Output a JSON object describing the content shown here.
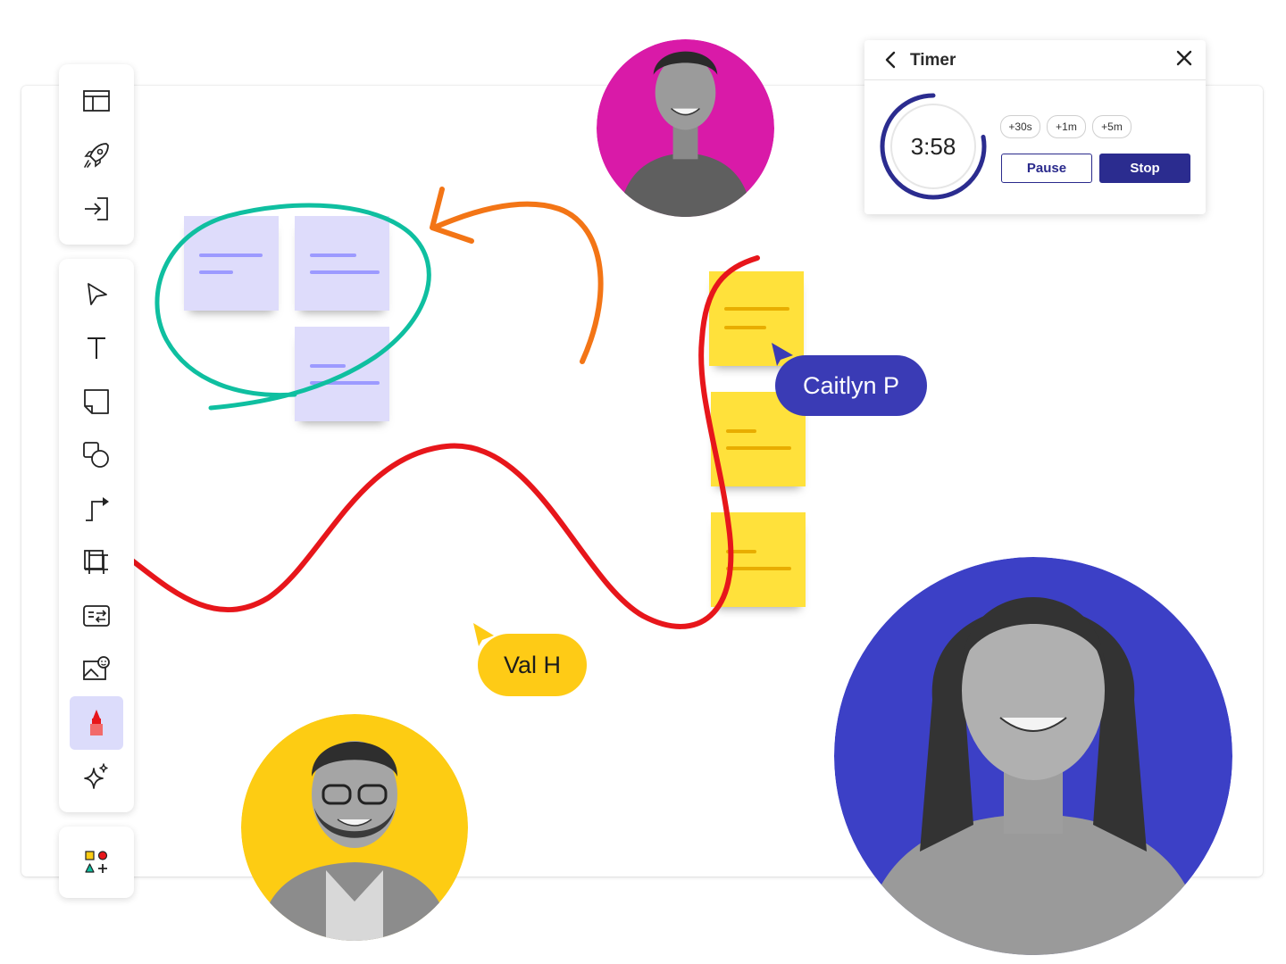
{
  "toolbar": {
    "top_tools": [
      {
        "name": "layout-icon"
      },
      {
        "name": "rocket-icon"
      },
      {
        "name": "import-icon"
      }
    ],
    "main_tools": [
      {
        "name": "select-arrow-icon"
      },
      {
        "name": "text-icon"
      },
      {
        "name": "sticky-note-icon"
      },
      {
        "name": "shapes-icon"
      },
      {
        "name": "connector-line-icon"
      },
      {
        "name": "frame-icon"
      },
      {
        "name": "card-icon"
      },
      {
        "name": "image-icon"
      },
      {
        "name": "marker-icon",
        "active": true
      },
      {
        "name": "sparkle-icon"
      }
    ],
    "bottom_tools": [
      {
        "name": "shapes-add-icon"
      }
    ]
  },
  "colors": {
    "teal_ink": "#0fbfa0",
    "orange_ink": "#f37516",
    "red_ink": "#e7161b",
    "purple_sticky": "#dedcfb",
    "yellow_sticky": "#ffe13b",
    "brand_blue": "#3a3bb5",
    "cursor_yellow": "#fecb16",
    "avatar_magenta": "#d91aa8",
    "avatar_yellow": "#fdcc13",
    "avatar_blue": "#3c40c6"
  },
  "cursors": {
    "caitlyn": "Caitlyn P",
    "val": "Val H"
  },
  "timer": {
    "title": "Timer",
    "time": "3:58",
    "remaining_fraction": 0.78,
    "increments": [
      "+30s",
      "+1m",
      "+5m"
    ],
    "pause_label": "Pause",
    "stop_label": "Stop"
  }
}
